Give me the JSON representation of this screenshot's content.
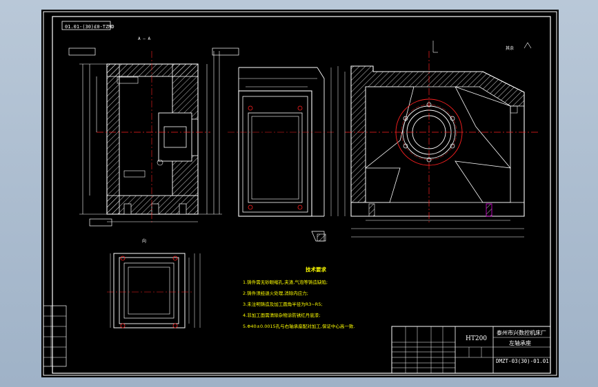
{
  "drawing_number_rotated": "01.01-(30)£0-TZMD",
  "material": "HT200",
  "company": "泰州市兴数控机床厂",
  "part_name": "左轴承座",
  "drawing_number": "DMZT-03(30)-01.01",
  "tech_req": {
    "title": "技术要求",
    "items": [
      "1.铸件需无砂眼缩孔,夹渣,气泡等铸造缺陷;",
      "2.铸件须经退火处理,消除内应力;",
      "3.未注明铸造及加工圆角半径为R3~R5;",
      "4.非加工面需清除杂物涂防锈红丹底漆;",
      "5.Φ40±0.0015孔与右轴承座配对加工,保证中心高一致."
    ]
  },
  "labels": {
    "section": "A — A",
    "view": "向",
    "other": "其余"
  },
  "colors": {
    "outline": "#ffffff",
    "hatch": "#ffffff",
    "center": "#ff2020",
    "dim": "#00e000",
    "hidden": "#ffff00",
    "mark": "#ff00ff"
  }
}
